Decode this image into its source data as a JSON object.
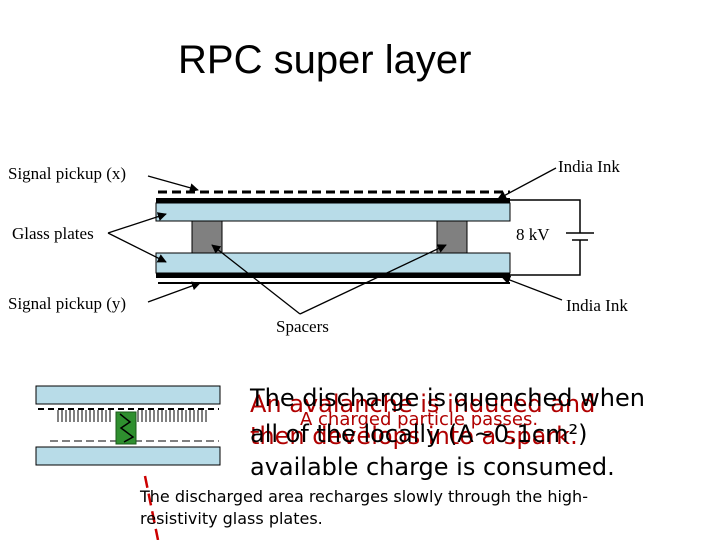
{
  "title": "RPC super layer",
  "labels": {
    "signal_pickup_x": "Signal pickup (x)",
    "glass_plates": "Glass plates",
    "signal_pickup_y": "Signal pickup (y)",
    "spacers": "Spacers",
    "india_ink_top": "India Ink",
    "voltage": "8 kV",
    "india_ink_bottom": "India Ink"
  },
  "overlapping_text": {
    "avalanche_line1": "An avalanche is induced and",
    "avalanche_line2": "then develops into a spark.",
    "particle_line": "A charged particle passes.",
    "discharge_line1": "The discharge is quenched when",
    "discharge_line2": "all of the locally (A~0.1cm²)",
    "discharge_line3": "available charge is consumed."
  },
  "footnote": "The discharged area recharges slowly through the high-resistivity glass plates.",
  "colors": {
    "glass": "#b8dce8",
    "spacer": "#808080",
    "electrode": "#000000",
    "spark": "#2f8f2f",
    "track": "#cc0000"
  }
}
